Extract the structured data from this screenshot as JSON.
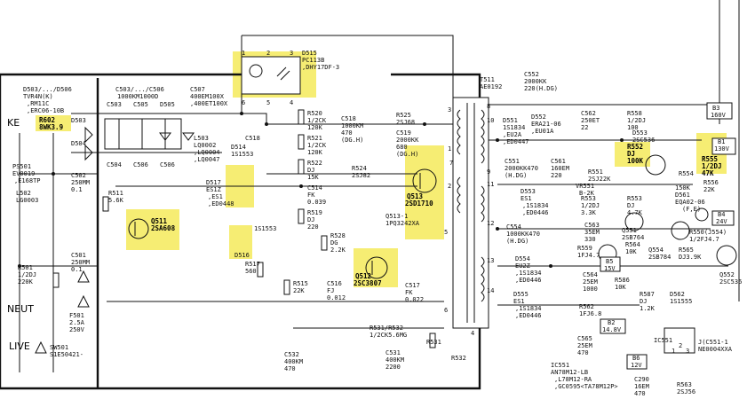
{
  "highlight_color": "#f4ea5a",
  "labels": {
    "ke": "KE",
    "neut": "NEUT",
    "live": "LIVE",
    "d503": "D503/.../D506",
    "tvr": "TVR4N(K)",
    "rm11c": ",RM11C",
    "erc06": ",ERC06-10B",
    "r602a": "R602",
    "r602b": "8WK3.9",
    "d503l": "D503",
    "d504l": "D504",
    "p501a": "PS501",
    "p501b": "EV0019",
    "p501c": ",E168TP",
    "l502a": "L502",
    "l502b": "LG0003",
    "c502a": "C502",
    "c502b": "250MM",
    "c502c": "0.1",
    "r501a": "R501",
    "r501b": "1/2DJ",
    "r501c": "220K",
    "c501a": "C501",
    "c501b": "250MM",
    "c501c": "0.1",
    "f501a": "F501",
    "f501b": "2.5A",
    "f501c": "250V",
    "sw501a": "SW501",
    "sw501b": "S1E50421-",
    "c503hdr": "C503/.../C506",
    "c503val": "1000KM1000D",
    "c503": "C503",
    "c504": "C504",
    "c505": "C505",
    "c506": "C506",
    "d505": "D505",
    "c507a": "C507",
    "c507b": "400EM100X",
    "c507c": ",400ET100X",
    "l503a": "L503",
    "l503b": "LQ0002",
    "l503c": ",LQ0004",
    "l503d": ",LQ0047",
    "c518": "C518",
    "d514a": "D514",
    "d514b": "1S1553",
    "d517a": "D517",
    "d517b": "ES1Z",
    "d517c": ",ES1",
    "d517d": ",ED0448",
    "d516": "D516",
    "d516b": "1S1553",
    "r517a": "R517",
    "r517b": "560",
    "r511a": "R511",
    "r511b": "5.6K",
    "q511a": "Q511",
    "q511b": "2SA608",
    "d515a": "D515",
    "d515b": "PC113B",
    "d515c": ",DHY17DF-3",
    "r520a": "R520",
    "r520b": "1/2CK",
    "r520c": "120K",
    "r521a": "R521",
    "r521b": "1/2CK",
    "r521c": "120K",
    "r522a": "R522",
    "r522b": "DJ",
    "r522c": "15K",
    "c514a": "C514",
    "c514b": "FK",
    "c514c": "0.039",
    "r519a": "R519",
    "r519b": "DJ",
    "r519c": "220",
    "r515a": "R515",
    "r515b": "22K",
    "c516a": "C516",
    "c516b": "FJ",
    "c516c": "0.012",
    "c518a": "C518",
    "c518b": "1000KM",
    "c518c": "470",
    "c518d": "(DG.H)",
    "r525a": "R525",
    "r525b": "2SJ68",
    "c519a": "C519",
    "c519b": "2000KK",
    "c519c": "680",
    "c519d": "(DG.H)",
    "r524a": "R524",
    "r524b": "2SJ82",
    "r528a": "R528",
    "r528b": "DG",
    "r528c": "2.2K",
    "q512a": "Q512",
    "q512b": "2SC3807",
    "c517a": "C517",
    "c517b": "FK",
    "c517c": "0.022",
    "q513a": "Q513",
    "q513b": "2SD1710",
    "q513c": "Q513-1",
    "q513d": "1PQ3242XA",
    "r531a": "R531/R532",
    "r531b": "1/2CK5.6MG",
    "r531": "R531",
    "r532": "R532",
    "c532a": "C532",
    "c532b": "400KM",
    "c532c": "470",
    "c531a": "C531",
    "c531b": "400KM",
    "c531c": "2200",
    "t511a": "T511",
    "t511b": "AE0192",
    "c552a": "C552",
    "c552b": "2000KK",
    "c552c": "220(H.DG)",
    "d551a": "D551",
    "d551b": "1S1834",
    "d551c": ",EU2A",
    "d551d": ",ED0447",
    "d552a": "D552",
    "d552b": "ERA21-06",
    "d552c": ",EU01A",
    "c562a": "C562",
    "c562b": "250ET",
    "c562c": "22",
    "r558a": "R558",
    "r558b": "1/2DJ",
    "r558c": "100",
    "b3a": "B3",
    "b3b": "160V",
    "d553a": "D553",
    "d553b": "2SC536",
    "c551a": "C551",
    "c551b": "2000KK470",
    "c551c": "(H.DG)",
    "c561a": "C561",
    "c561b": "160EM",
    "c561c": "220",
    "r552a": "R552",
    "r552b": "DJ",
    "r552c": "100K",
    "r551a": "R551",
    "r551b": "2SJ22K",
    "vr551a": "VR551",
    "vr551b": "B-2K",
    "r554a": "R554",
    "r554b": "150K",
    "r555a": "R555",
    "r555b": "1/2DJ",
    "r555c": "47K",
    "r556a": "R556",
    "r556b": "22K",
    "b1a": "B1",
    "b1b": "130V",
    "d553x": "D553",
    "d553xa": "ES1",
    "d553xb": ",1S1834",
    "d553xc": ",ED0446",
    "r553a": "R553",
    "r553b": "1/2DJ",
    "r553c": "3.3K",
    "r553xa": "R553",
    "r553xb": "DJ",
    "r553xc": "4.7K",
    "d551xa": "D561",
    "d551xb": "EQA02-06",
    "d551xc": "(F,E)",
    "b4a": "B4",
    "b4b": "24V",
    "c554a": "C554",
    "c554b": "1000KK470",
    "c554c": "(H.DG)",
    "c563a": "C563",
    "c563b": "35EM",
    "c563c": "330",
    "q551a": "Q551",
    "q551b": "2SB764",
    "r550a": "R550(J554)",
    "r550b": "1/2FJ4.7",
    "d554a": "D554",
    "d554b": "EU2Z",
    "d554c": ",1S1834",
    "d554d": ",ED0446",
    "r559a": "R559",
    "r559b": "1FJ4.7",
    "b5a": "B5",
    "b5b": "15V",
    "r564a": "R564",
    "r564b": "10K",
    "q554a": "Q554",
    "q554b": "2SB784",
    "r565a": "R565",
    "r565b": "DJ3.9K",
    "q552a": "Q552",
    "q552b": "2SC536",
    "c564a": "C564",
    "c564b": "25EM",
    "c564c": "1000",
    "r586a": "R586",
    "r586b": "10K",
    "r587a": "R587",
    "r587b": "DJ",
    "r587c": "1.2K",
    "d562a": "D562",
    "d562b": "1S1555",
    "d555a": "D555",
    "d555b": "ES1",
    "d555c": ",1S1834",
    "d555d": ",ED0446",
    "r562a": "R562",
    "r562b": "1FJ6.8",
    "b2a": "B2",
    "b2b": "14.8V",
    "c565a": "C565",
    "c565b": "25EM",
    "c565c": "470",
    "ic551": "IC551",
    "ic551a": "IC551",
    "ic551b": "AN78M12-LB",
    "ic551c": ",L78M12-RA",
    "ic551d": ",GC0595<TA78M12P>",
    "b6a": "B6",
    "b6b": "12V",
    "c290a": "C290",
    "c290b": "16EM",
    "c290c": "470",
    "r563a": "R563",
    "r563b": "2SJ56",
    "j551a": "J(C551-1",
    "j551b": "NE0004XXA",
    "pin1": "1",
    "pin2": "2",
    "pin3": "3",
    "t1": "1",
    "t2": "2",
    "t3": "3",
    "t4": "4",
    "t5": "5",
    "t6": "6",
    "t7": "7",
    "t8": "8",
    "t9": "9",
    "t10": "10",
    "t11": "11",
    "t12": "12",
    "t13": "13",
    "t14": "14",
    "d515p1": "1",
    "d515p2": "2",
    "d515p3": "3",
    "d515p4": "4",
    "d515p5": "5",
    "d515p6": "6"
  }
}
